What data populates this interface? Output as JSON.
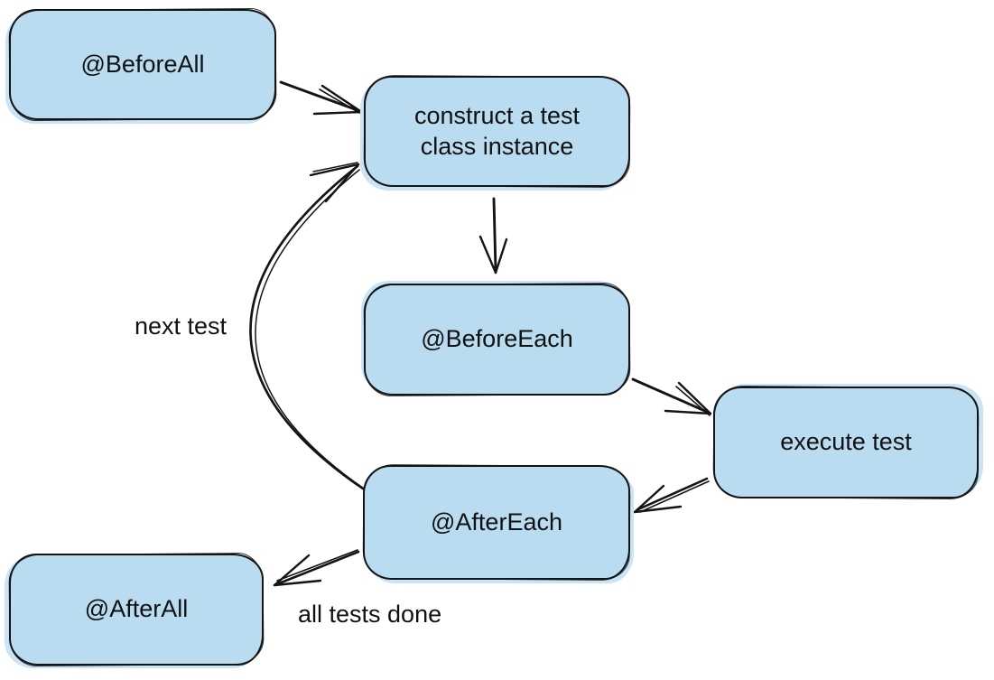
{
  "diagram": {
    "type": "flowchart",
    "style": {
      "node_fill": "#badcf0",
      "node_fill_shadow": "#c9e4f6",
      "stroke": "#141414",
      "text_color": "#111111",
      "background": "#ffffff"
    },
    "nodes": {
      "before_all": {
        "label": "@BeforeAll"
      },
      "construct": {
        "label": "construct a test\nclass instance"
      },
      "before_each": {
        "label": "@BeforeEach"
      },
      "execute_test": {
        "label": "execute test"
      },
      "after_each": {
        "label": "@AfterEach"
      },
      "after_all": {
        "label": "@AfterAll"
      }
    },
    "edges": [
      {
        "from": "before_all",
        "to": "construct",
        "label": ""
      },
      {
        "from": "construct",
        "to": "before_each",
        "label": ""
      },
      {
        "from": "before_each",
        "to": "execute_test",
        "label": ""
      },
      {
        "from": "execute_test",
        "to": "after_each",
        "label": ""
      },
      {
        "from": "after_each",
        "to": "construct",
        "label": "next test"
      },
      {
        "from": "after_each",
        "to": "after_all",
        "label": "all tests done"
      }
    ]
  }
}
